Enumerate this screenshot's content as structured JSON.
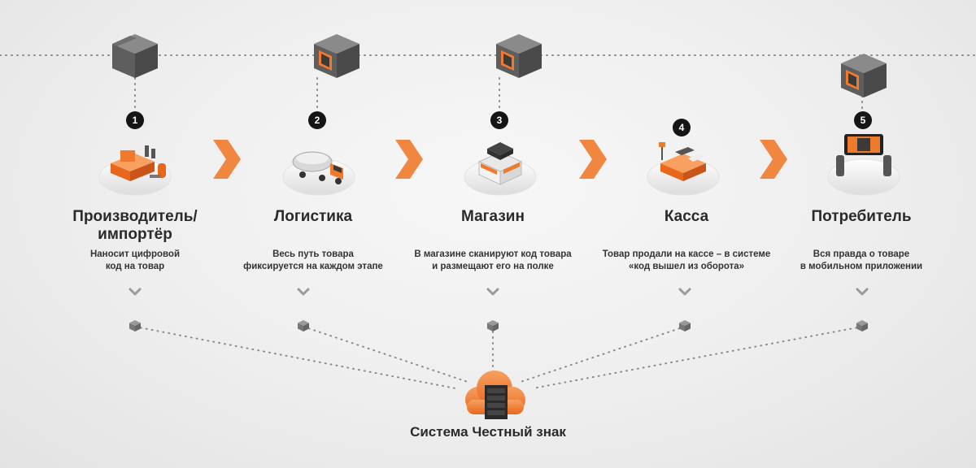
{
  "steps": [
    {
      "number": "1",
      "title": "Производитель/\nимпортёр",
      "description": "Наносит цифровой\nкод на товар"
    },
    {
      "number": "2",
      "title": "Логистика",
      "description": "Весь путь товара\nфиксируется на каждом этапе"
    },
    {
      "number": "3",
      "title": "Магазин",
      "description": "В магазине сканируют код товара\nи размещают его на полке"
    },
    {
      "number": "4",
      "title": "Касса",
      "description": "Товар продали на кассе – в системе\n«код вышел из оборота»"
    },
    {
      "number": "5",
      "title": "Потребитель",
      "description": "Вся правда о товаре\nв мобильном приложении"
    }
  ],
  "system": {
    "label": "Система Честный знак"
  },
  "colors": {
    "accent": "#f07a2c",
    "box": "#5a5a5a",
    "dot": "#7a7a7a",
    "badge": "#151515"
  },
  "icons": [
    "box-icon",
    "qr-box-icon",
    "factory-icon",
    "truck-icon",
    "shop-icon",
    "cash-register-icon",
    "phone-icon",
    "chevron-down-icon",
    "node-cube-icon",
    "cloud-server-icon",
    "arrow-right-icon"
  ]
}
